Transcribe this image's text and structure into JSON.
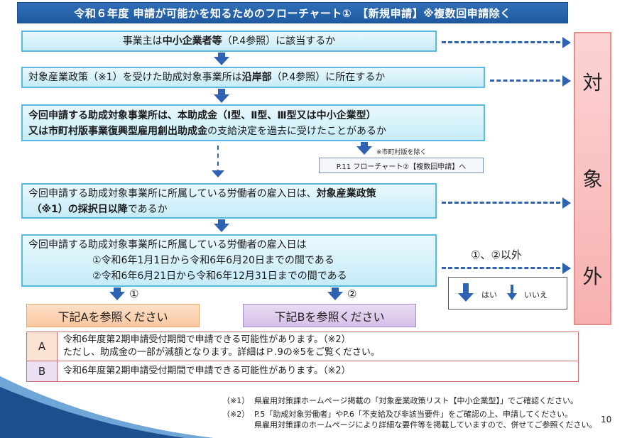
{
  "title": "令和６年度 申請が可能かを知るためのフローチャート①　【新規申請】※複数回申請除く",
  "q1": {
    "pre": "事業主は",
    "bold": "中小企業者等",
    "post": "（P.4参照）に該当するか"
  },
  "q2": {
    "pre": "対象産業政策（※1）を受けた助成対象事業所は",
    "bold": "沿岸部",
    "post": "（P.4参照）に所在するか"
  },
  "q3": {
    "line1_bold": "今回申請する助成対象事業所は、本助成金（Ⅰ型、Ⅱ型、Ⅲ型又は中小企業型）",
    "line2_bold": "又は市町村版事業復興型雇用創出助成金",
    "line2_post": "の支給決定を過去に受けたことがあるか"
  },
  "branch": {
    "note": "※市町村版を除く",
    "ref": "P.11 フローチャート②【複数回申請】へ"
  },
  "q4": {
    "line1_pre": "今回申請する助成対象事業所に所属している労働者の雇入日は、",
    "line1_bold": "対象産業政策",
    "line2_bold": "（※1）の採択日以降",
    "line2_post": "であるか"
  },
  "q5": {
    "line1": "今回申請する助成対象事業所に所属している労働者の雇入日は",
    "line2": "①令和6年1月1日から令和6年6月20日までの間である",
    "line3": "②令和6年6月21日から令和6年12月31日までの間である"
  },
  "other_label": "①、②以外",
  "taisho_gai": [
    "対",
    "象",
    "外"
  ],
  "branch_labels": [
    "①",
    "②"
  ],
  "refA": "下記Aを参照ください",
  "refB": "下記Bを参照ください",
  "legend": {
    "yes": "はい",
    "no": "いいえ"
  },
  "notes": [
    {
      "key": "A",
      "line1": "令和6年度第2期申請受付期間で申請できる可能性があります。（※2）",
      "line2": "ただし、助成金の一部が減額となります。詳細はＰ.9の※5をご覧ください。"
    },
    {
      "key": "B",
      "line1": "令和6年度第2期申請受付期間で申請できる可能性があります。（※2）"
    }
  ],
  "footnotes": [
    {
      "mark": "（※1）",
      "text": "県雇用対策課ホームページ掲載の「対象産業政策リスト【中小企業型】」でご確認ください。"
    },
    {
      "mark": "（※2）",
      "text": "P.5「助成対象労働者」やP.6「不支給及び非該当要件」をご確認の上、申請してください。",
      "text2": "県雇用対策課のホームページにより詳細な要件等を掲載していますので、併せてご参照ください。"
    }
  ],
  "page_number": "10",
  "colors": {
    "title_bg": "#1f5aa0",
    "question_bg": "#c6ecf8",
    "arrow": "#2e63b4",
    "taisho_bg": "#f7b0b0",
    "refA_bg": "#f9c79f",
    "refB_bg": "#d6bfe8"
  }
}
